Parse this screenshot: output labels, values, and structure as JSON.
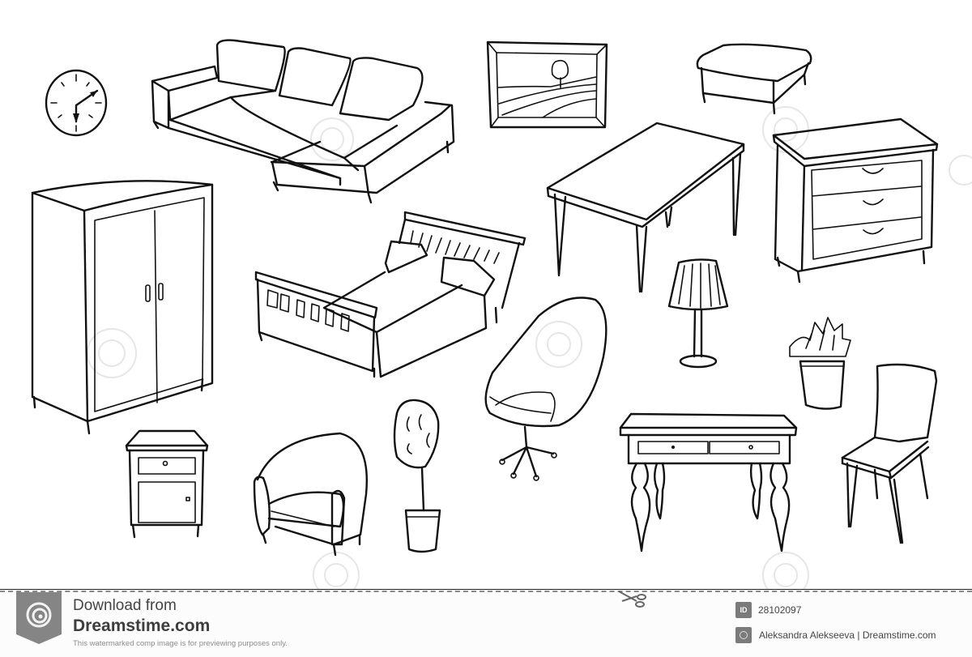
{
  "image": {
    "kind": "coloring-page",
    "subject": "Furniture line drawings",
    "items": [
      {
        "name": "wall-clock"
      },
      {
        "name": "corner-sofa"
      },
      {
        "name": "framed-landscape-picture"
      },
      {
        "name": "ottoman"
      },
      {
        "name": "wardrobe"
      },
      {
        "name": "double-bed"
      },
      {
        "name": "dining-table"
      },
      {
        "name": "chest-of-drawers"
      },
      {
        "name": "floor-lamp"
      },
      {
        "name": "swivel-chair"
      },
      {
        "name": "potted-succulent"
      },
      {
        "name": "nightstand"
      },
      {
        "name": "armchair"
      },
      {
        "name": "topiary-tree"
      },
      {
        "name": "writing-desk"
      },
      {
        "name": "dining-chair"
      }
    ]
  },
  "footer": {
    "download_line1": "Download from",
    "download_line2": "Dreamstime.com",
    "disclaimer": "This watermarked comp image is for previewing purposes only.",
    "id_badge": "ID",
    "image_id": "28102097",
    "credit": "Aleksandra Alekseeva | Dreamstime.com",
    "colors": {
      "badge_bg": "#7b7b7b",
      "text": "#444444",
      "disclaimer": "#8c8c8c",
      "dash": "#8a8a8a"
    }
  }
}
